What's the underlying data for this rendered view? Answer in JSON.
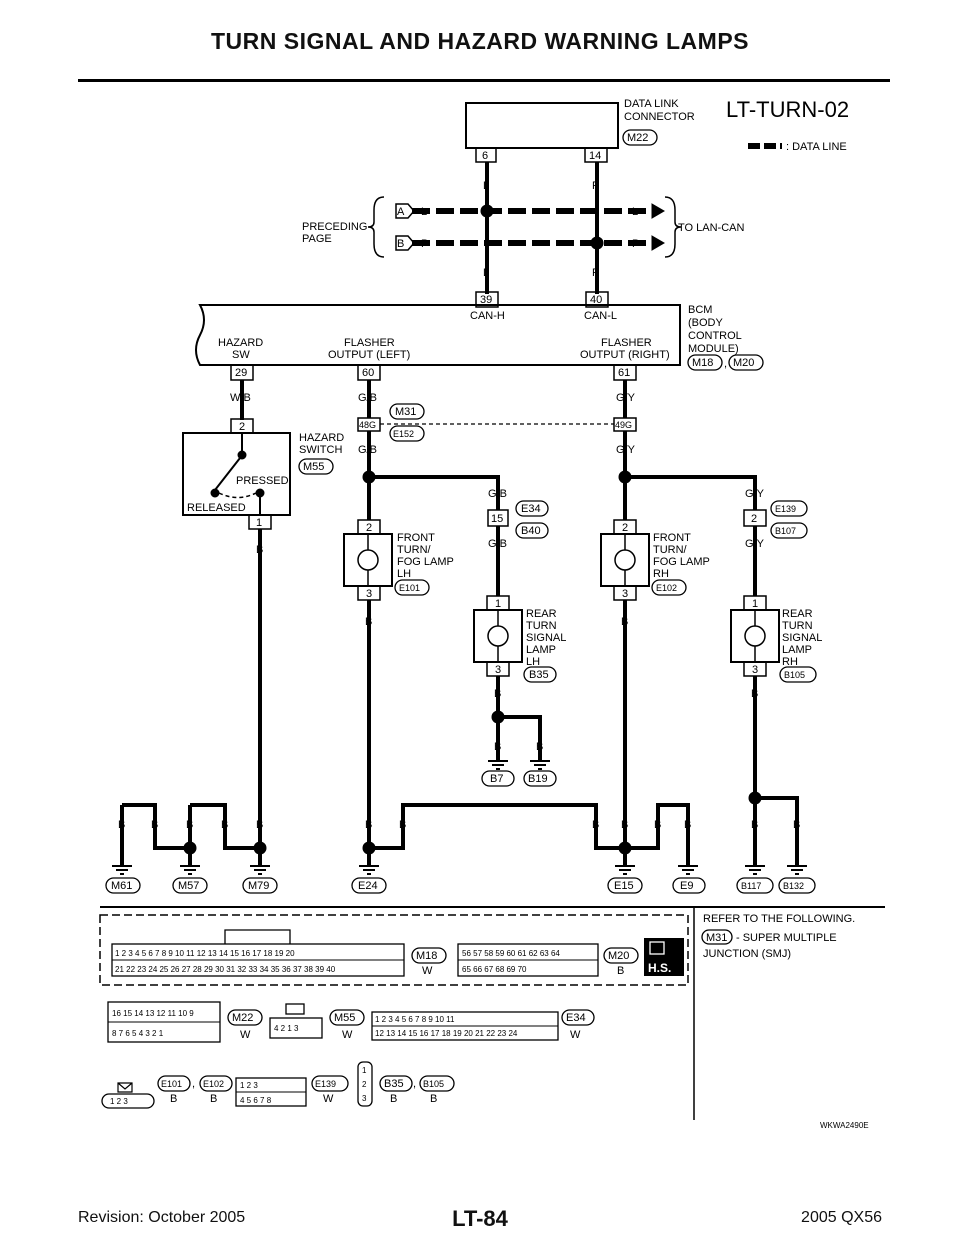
{
  "page": {
    "title": "TURN SIGNAL AND HAZARD WARNING LAMPS",
    "page_number": "LT-84",
    "revision": "Revision: October 2005",
    "model": "2005 QX56",
    "figure_code": "WKWA2490E"
  },
  "diagram": {
    "title": "LT-TURN-02",
    "legend": ": DATA LINE",
    "data_link": {
      "name_lines": [
        "DATA LINK",
        "CONNECTOR"
      ],
      "connector": "M22",
      "pin_l": "6",
      "pin_r": "14"
    },
    "can": {
      "left_color": "L",
      "right_color": "P",
      "preceding_lines": [
        "PRECEDING",
        "PAGE"
      ],
      "marker_a": "A",
      "marker_b": "B",
      "to_lan": "TO LAN-CAN",
      "pin_h": "39",
      "pin_l": "40",
      "label_h": "CAN-H",
      "label_l": "CAN-L"
    },
    "bcm": {
      "name_lines": [
        "BCM",
        "(BODY",
        "CONTROL",
        "MODULE)"
      ],
      "connectors": [
        "M18",
        "M20"
      ],
      "separator": ",",
      "terminals": [
        {
          "label_lines": [
            "HAZARD",
            "SW"
          ],
          "pin": "29",
          "wire": "W/B"
        },
        {
          "label_lines": [
            "FLASHER",
            "OUTPUT (LEFT)"
          ],
          "pin": "60",
          "wire": "G/B"
        },
        {
          "label_lines": [
            "FLASHER",
            "OUTPUT (RIGHT)"
          ],
          "pin": "61",
          "wire": "G/Y"
        }
      ]
    },
    "smj": {
      "connector_top": "M31",
      "connector_bottom": "E152",
      "pin_left": "48G",
      "pin_right": "49G",
      "wire_left": "G/B",
      "wire_right": "G/Y"
    },
    "hazard_switch": {
      "name_lines": [
        "HAZARD",
        "SWITCH"
      ],
      "connector": "M55",
      "pin_top": "2",
      "pin_bottom": "1",
      "state_pressed": "PRESSED",
      "state_released": "RELEASED",
      "ground_wire": "B"
    },
    "lamps": [
      {
        "name_lines": [
          "FRONT",
          "TURN/",
          "FOG LAMP",
          "LH"
        ],
        "connector": "E101",
        "pin_top": "2",
        "pin_bottom": "3",
        "wire": "B"
      },
      {
        "name_lines": [
          "REAR",
          "TURN",
          "SIGNAL",
          "LAMP",
          "LH"
        ],
        "connector": "B35",
        "pin_top": "1",
        "pin_bottom": "3",
        "wire": "B"
      },
      {
        "name_lines": [
          "FRONT",
          "TURN/",
          "FOG LAMP",
          "RH"
        ],
        "connector": "E102",
        "pin_top": "2",
        "pin_bottom": "3",
        "wire": "B"
      },
      {
        "name_lines": [
          "REAR",
          "TURN",
          "SIGNAL",
          "LAMP",
          "RH"
        ],
        "connector": "B105",
        "pin_top": "1",
        "pin_bottom": "3",
        "wire": "B"
      }
    ],
    "junctions": [
      {
        "wire_in": "G/B",
        "connector_top": "E34",
        "pin": "15",
        "connector_bottom": "B40",
        "wire_out": "G/B"
      },
      {
        "wire_in": "G/Y",
        "connector_top": "E139",
        "pin": "2",
        "connector_bottom": "B107",
        "wire_out": "G/Y"
      }
    ],
    "grounds": [
      "M61",
      "M57",
      "M79",
      "E24",
      "E15",
      "E9",
      "B117",
      "B132",
      "B7",
      "B19"
    ],
    "ground_wire": "B",
    "refer": {
      "heading": "REFER TO THE FOLLOWING.",
      "connector": "M31",
      "text": "- SUPER MULTIPLE",
      "text2": "JUNCTION (SMJ)"
    },
    "connector_views": [
      {
        "id": "M18",
        "color": "W"
      },
      {
        "id": "M20",
        "color": "B"
      },
      {
        "id": "M22",
        "color": "W"
      },
      {
        "id": "M55",
        "color": "W"
      },
      {
        "id": "E34",
        "color": "W"
      },
      {
        "id": "E101",
        "color": "B"
      },
      {
        "id": "E102",
        "color": "B"
      },
      {
        "id": "E139",
        "color": "W"
      },
      {
        "id": "B35",
        "color": "B"
      },
      {
        "id": "B105",
        "color": "B"
      }
    ],
    "hs_badge": "H.S."
  }
}
